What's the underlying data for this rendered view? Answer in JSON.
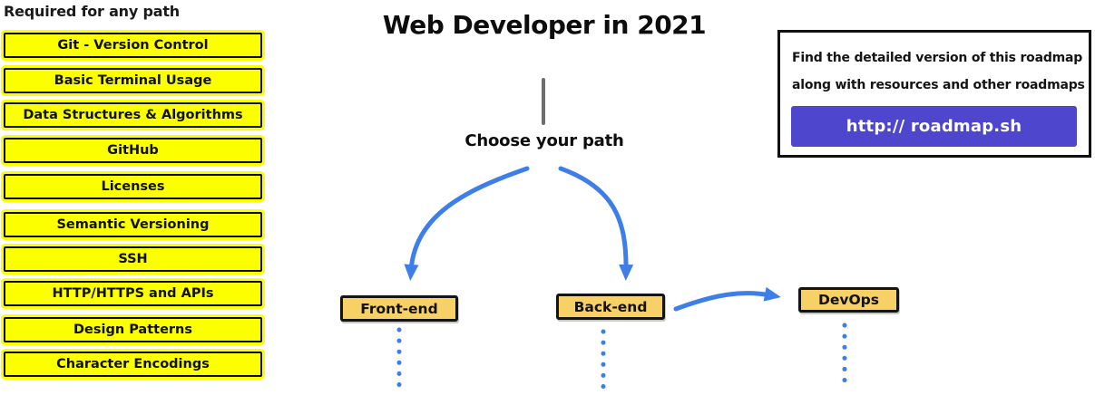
{
  "colors": {
    "topic_yellow": "#FCFF00",
    "path_amber": "#F8D166",
    "arrow_blue": "#3D7EE8",
    "button_purple": "#4E46CC",
    "connector_gray": "#6E6E6E"
  },
  "sidebar": {
    "heading": "Required for any path",
    "items": [
      "Git - Version Control",
      "Basic Terminal Usage",
      "Data Structures & Algorithms",
      "GitHub",
      "Licenses",
      "Semantic Versioning",
      "SSH",
      "HTTP/HTTPS and APIs",
      "Design Patterns",
      "Character Encodings"
    ]
  },
  "main": {
    "title": "Web Developer in 2021",
    "subtitle": "Choose your path",
    "paths": [
      {
        "label": "Front-end"
      },
      {
        "label": "Back-end"
      },
      {
        "label": "DevOps"
      }
    ]
  },
  "info_box": {
    "line1": "Find the detailed version of this roadmap",
    "line2": "along with resources and other roadmaps",
    "button_label": "http:// roadmap.sh"
  }
}
